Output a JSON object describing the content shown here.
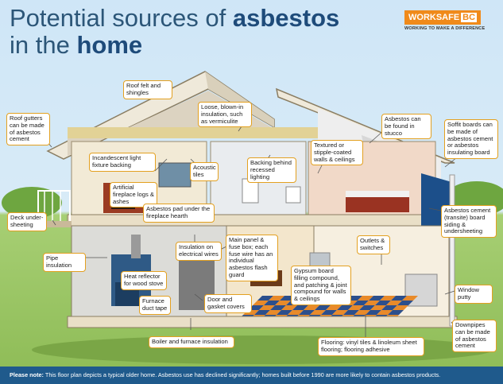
{
  "title": {
    "line1_prefix": "Potential sources of",
    "line1_highlight": "asbestos",
    "line2_prefix": "in the",
    "line2_highlight": "home"
  },
  "logo": {
    "brand": "WORKSAFE",
    "brand_suffix": "BC",
    "tagline": "WORKING TO MAKE A DIFFERENCE",
    "color": "#f08a1a"
  },
  "labels": {
    "roof_felt": "Roof felt and shingles",
    "roof_gutters": "Roof gutters can be made of asbestos cement",
    "loose_insulation": "Loose, blown-in insulation, such as vermiculite",
    "stucco": "Asbestos can be found in stucco",
    "soffit": "Soffit boards can be made of asbestos cement or asbestos insulating board",
    "incandescent": "Incandescent light fixture backing",
    "acoustic": "Acoustic tiles",
    "backing": "Backing behind recessed lighting",
    "textured": "Textured or stipple-coated walls & ceilings",
    "fireplace_logs": "Artificial fireplace logs & ashes",
    "pad_hearth": "Asbestos pad under the fireplace hearth",
    "deck": "Deck under-sheeting",
    "siding": "Asbestos cement (transite) board siding & undersheeting",
    "pipe": "Pipe insulation",
    "wires": "Insulation on electrical wires",
    "panel": "Main panel & fuse box; each fuse wire has an individual asbestos flash guard",
    "outlets": "Outlets & switches",
    "heat_reflector": "Heat reflector for wood stove",
    "gypsum": "Gypsum board filling compound, and patching & joint compound for walls & ceilings",
    "window": "Window putty",
    "furnace": "Furnace duct tape",
    "door": "Door and gasket covers",
    "downpipes": "Downpipes can be made of asbestos cement",
    "boiler": "Boiler and furnace insulation",
    "flooring": "Flooring: vinyl tiles & linoleum sheet flooring; flooring adhesive"
  },
  "note": {
    "prefix": "Please note:",
    "text": "This floor plan depicts a typical older home. Asbestos use has declined significantly; homes built before 1990 are more likely to contain asbestos products."
  },
  "colors": {
    "label_border": "#e3a020",
    "title": "#2c5678",
    "note_bg": "#1f5a8c",
    "roof": "#e9e3d3",
    "floor_tile_orange": "#e88a2a",
    "floor_tile_blue": "#2c4f8c"
  }
}
